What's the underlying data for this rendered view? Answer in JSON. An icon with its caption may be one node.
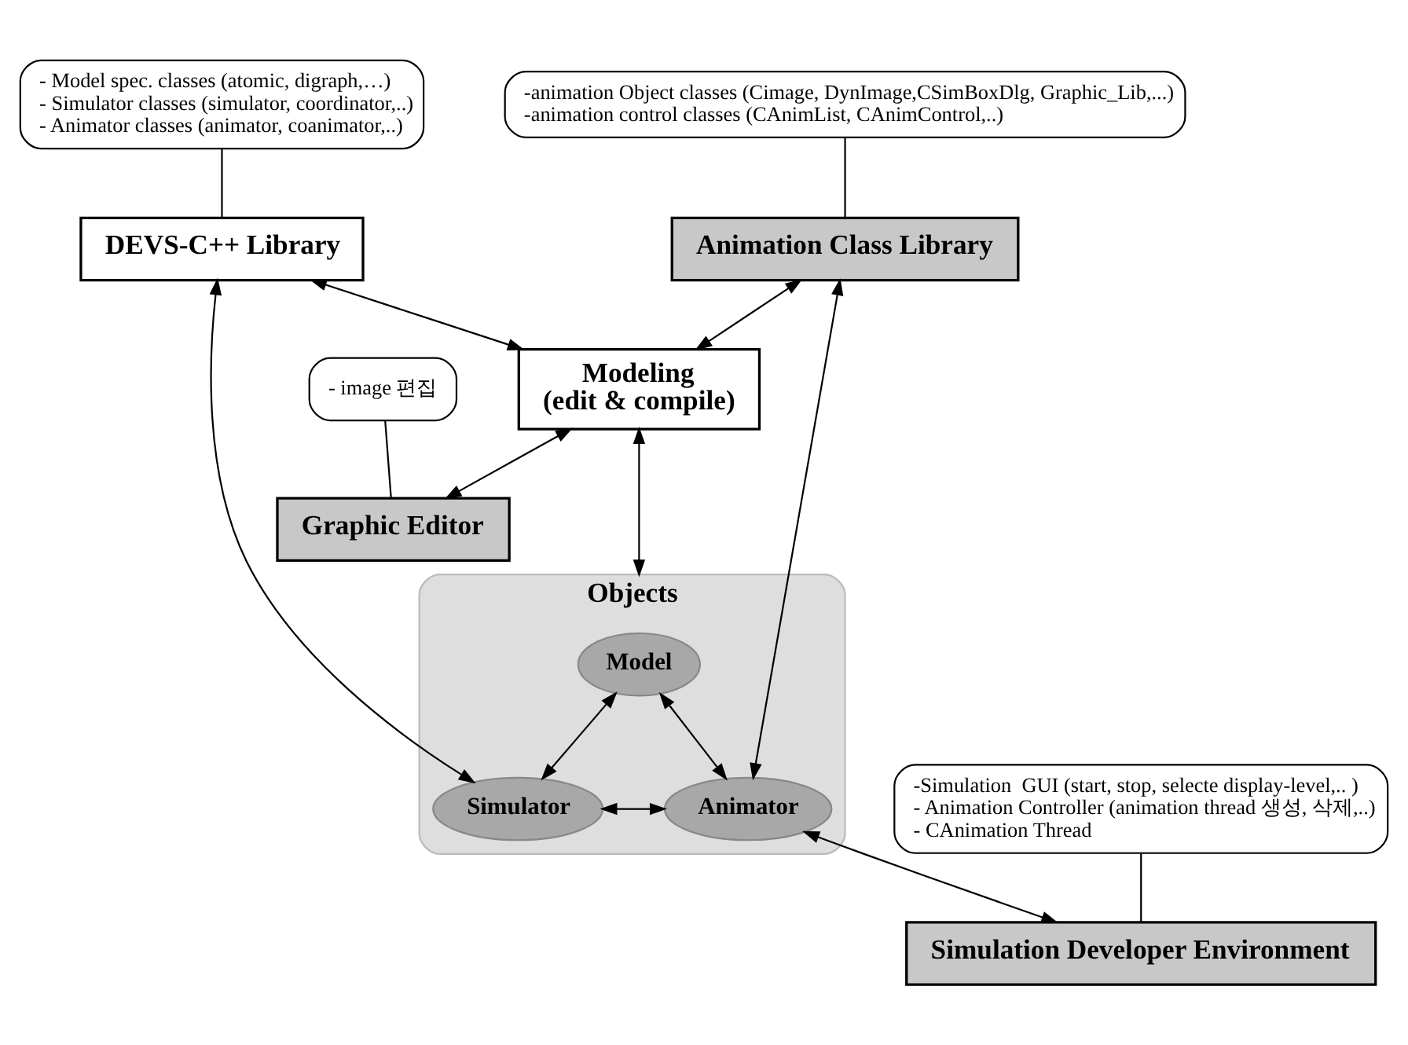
{
  "diagram": {
    "nodes": [
      {
        "text": [
          "- Model spec. classes (atomic, digraph,…)",
          "- Simulator classes (simulator, coordinator,..)",
          "- Animator classes (animator, coanimator,..)"
        ]
      },
      {
        "text": [
          "-animation Object classes (Cimage, DynImage,CSimBoxDlg, Graphic_Lib,...)",
          "-animation control classes (CAnimList, CAnimControl,..)"
        ]
      },
      {
        "text": [
          "DEVS-C++ Library"
        ]
      },
      {
        "text": [
          "Animation Class Library"
        ]
      },
      {
        "text": [
          "- image 편집"
        ]
      },
      {
        "text": [
          "Modeling",
          "(edit & compile)"
        ]
      },
      {
        "text": [
          "Graphic Editor"
        ]
      },
      {
        "text": [
          "-Simulation  GUI (start, stop, selecte display-level,.. )",
          "- Animation Controller (animation thread 생성, 삭제,..)",
          "- CAnimation Thread"
        ]
      },
      {
        "text": [
          "Objects"
        ]
      },
      {
        "text": [
          "Model"
        ],
        "in": 8
      },
      {
        "text": [
          "Simulator"
        ],
        "in": 8
      },
      {
        "text": [
          "Animator"
        ],
        "in": 8
      },
      {
        "text": [
          "Simulation Developer Environment"
        ]
      }
    ],
    "edges": [
      {
        "from": 0,
        "to": 2,
        "arrow": "none"
      },
      {
        "from": 1,
        "to": 3,
        "arrow": "none"
      },
      {
        "from": 4,
        "to": 6,
        "arrow": "none"
      },
      {
        "from": 7,
        "to": 12,
        "arrow": "none"
      },
      {
        "from": 2,
        "to": 5,
        "arrow": "both"
      },
      {
        "from": 3,
        "to": 5,
        "arrow": "both"
      },
      {
        "from": 2,
        "to": 10,
        "arrow": "both"
      },
      {
        "from": 3,
        "to": 11,
        "arrow": "both"
      },
      {
        "from": 5,
        "to": 6,
        "arrow": "both"
      },
      {
        "from": 5,
        "to": 8,
        "arrow": "both"
      },
      {
        "from": 9,
        "to": 10,
        "arrow": "both"
      },
      {
        "from": 9,
        "to": 11,
        "arrow": "both"
      },
      {
        "from": 10,
        "to": 11,
        "arrow": "both"
      },
      {
        "from": 11,
        "to": 12,
        "arrow": "both"
      }
    ]
  }
}
